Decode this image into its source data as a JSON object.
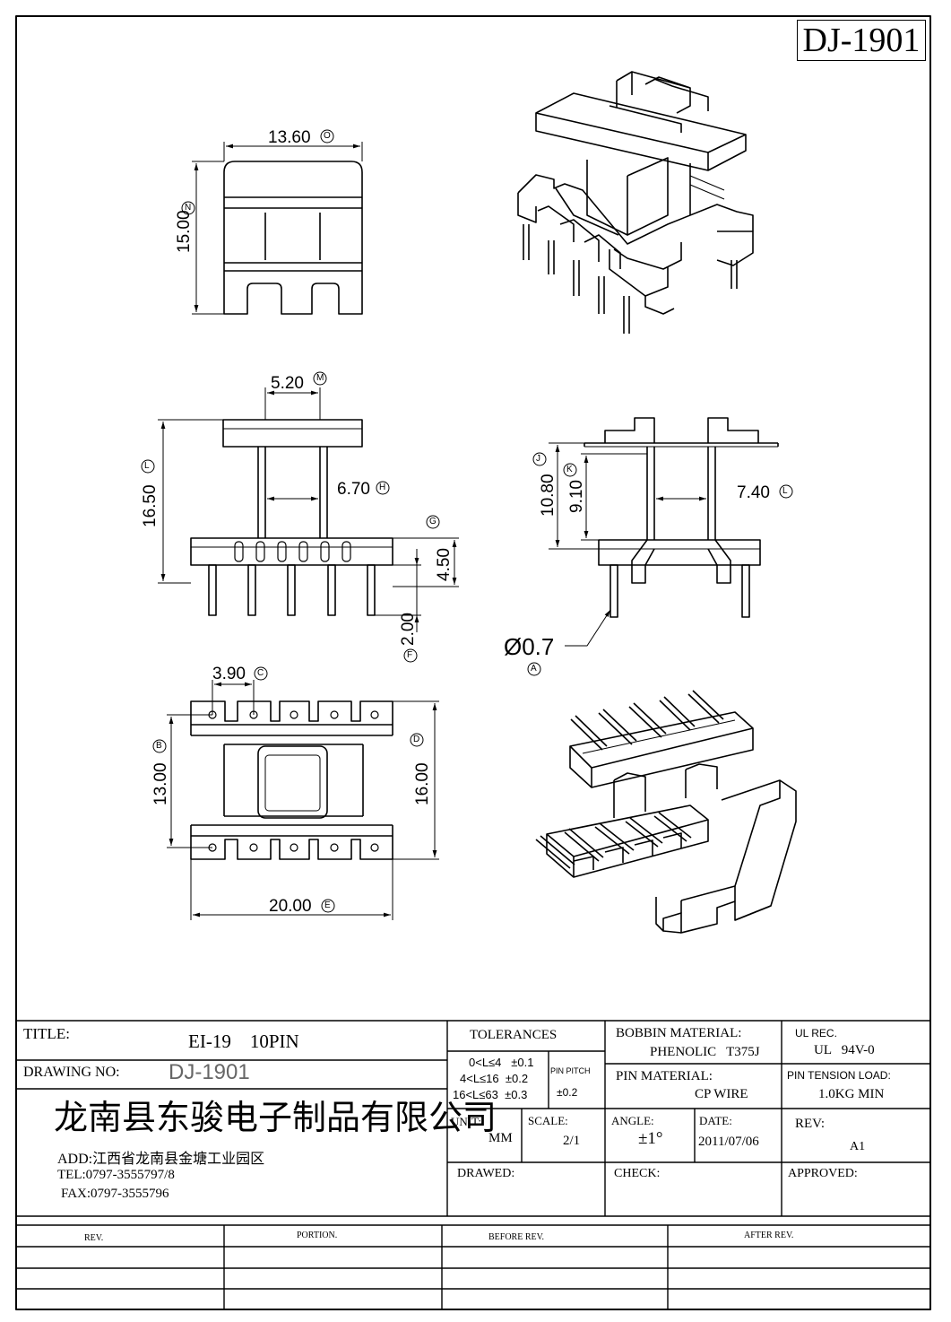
{
  "drawing_code": "DJ-1901",
  "dimensions": {
    "top_width": "13.60",
    "top_width_ref": "O",
    "top_height": "15.00",
    "top_height_ref": "N",
    "front_window": "5.20",
    "front_window_ref": "M",
    "front_height": "16.50",
    "front_height_ref": "L",
    "front_inner": "6.70",
    "front_inner_ref": "H",
    "front_base_ref": "G",
    "front_base": "4.50",
    "front_pin": "2.00",
    "front_pin_ref": "F",
    "side_height": "10.80",
    "side_height_ref": "J",
    "side_window": "9.10",
    "side_window_ref": "K",
    "side_width": "7.40",
    "side_width_ref": "L",
    "pin_dia": "Ø0.7",
    "pin_dia_ref": "A",
    "bottom_pitch": "3.90",
    "bottom_pitch_ref": "C",
    "bottom_rows": "13.00",
    "bottom_rows_ref": "B",
    "bottom_depth": "16.00",
    "bottom_depth_ref": "D",
    "bottom_width": "20.00",
    "bottom_width_ref": "E"
  },
  "title_block": {
    "title_label": "TITLE:",
    "title_value": "EI-19    10PIN",
    "drawing_no_label": "DRAWING NO:",
    "drawing_no_value": "DJ-1901",
    "company": "龙南县东骏电子制品有限公司",
    "address": "ADD:江西省龙南县金塘工业园区",
    "tel": "TEL:0797-3555797/8",
    "fax": "FAX:0797-3555796",
    "tolerances_label": "TOLERANCES",
    "tol_rows": [
      "0<L≤4   ±0.1",
      "4<L≤16  ±0.2",
      "16<L≤63  ±0.3"
    ],
    "pin_pitch_label": "PIN PITCH",
    "pin_pitch_value": "±0.2",
    "bobbin_label": "BOBBIN MATERIAL:",
    "bobbin_value": "PHENOLIC   T375J",
    "ul_label": "UL REC.",
    "ul_value": "UL   94V-0",
    "pin_material_label": "PIN MATERIAL:",
    "pin_material_value": "CP WIRE",
    "pin_tension_label": "PIN TENSION LOAD:",
    "pin_tension_value": "1.0KG MIN",
    "unit_label": "UNIT:",
    "unit_value": "MM",
    "scale_label": "SCALE:",
    "scale_value": "2/1",
    "angle_label": "ANGLE:",
    "angle_value": "±1°",
    "date_label": "DATE:",
    "date_value": "2011/07/06",
    "rev_label": "REV:",
    "rev_value": "A1",
    "drawed_label": "DRAWED:",
    "check_label": "CHECK:",
    "approved_label": "APPROVED:"
  },
  "revision_table": {
    "headers": [
      "REV.",
      "PORTION.",
      "BEFORE REV.",
      "AFTER REV."
    ]
  }
}
